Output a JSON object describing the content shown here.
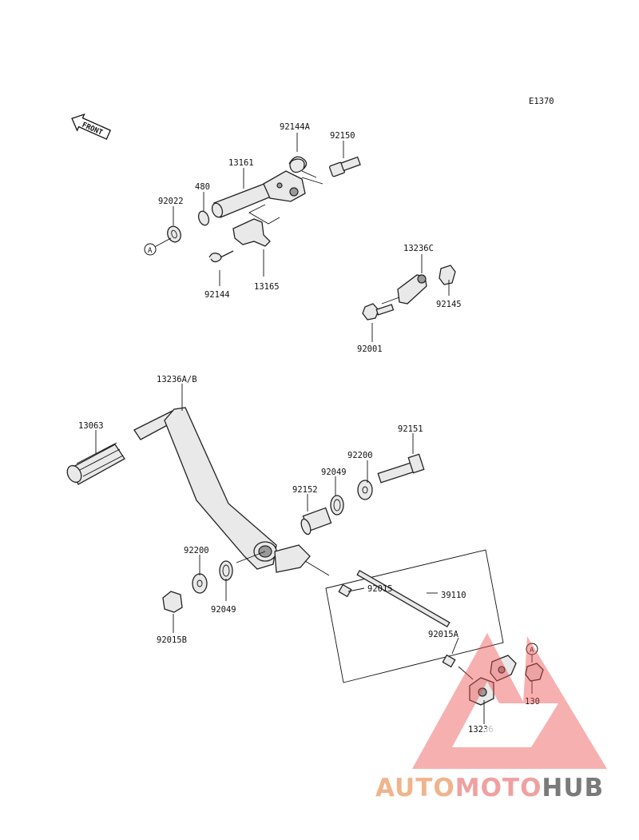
{
  "diagram": {
    "code": "E1370",
    "front_label": "FRONT",
    "ref_marker": "A",
    "labels": {
      "p92144A": "92144A",
      "p92150": "92150",
      "p13161": "13161",
      "p480": "480",
      "p92022": "92022",
      "p92144": "92144",
      "p13165": "13165",
      "p13236C": "13236C",
      "p92145": "92145",
      "p92001": "92001",
      "p13236AB": "13236A/B",
      "p13063": "13063",
      "p92151": "92151",
      "p92200a": "92200",
      "p92049a": "92049",
      "p92152": "92152",
      "p92200b": "92200",
      "p92049b": "92049",
      "p92015B": "92015B",
      "p92015": "92015",
      "p39110": "39110",
      "p92015A": "92015A",
      "p13236": "13236",
      "p130": "130"
    }
  },
  "watermark": {
    "brand": "AUTOMOTOHUB",
    "colors": {
      "auto": "#f0b48c",
      "moto": "#f0a0a0",
      "hub": "#7a7a7a",
      "triangle": "#ec4a4a"
    }
  }
}
